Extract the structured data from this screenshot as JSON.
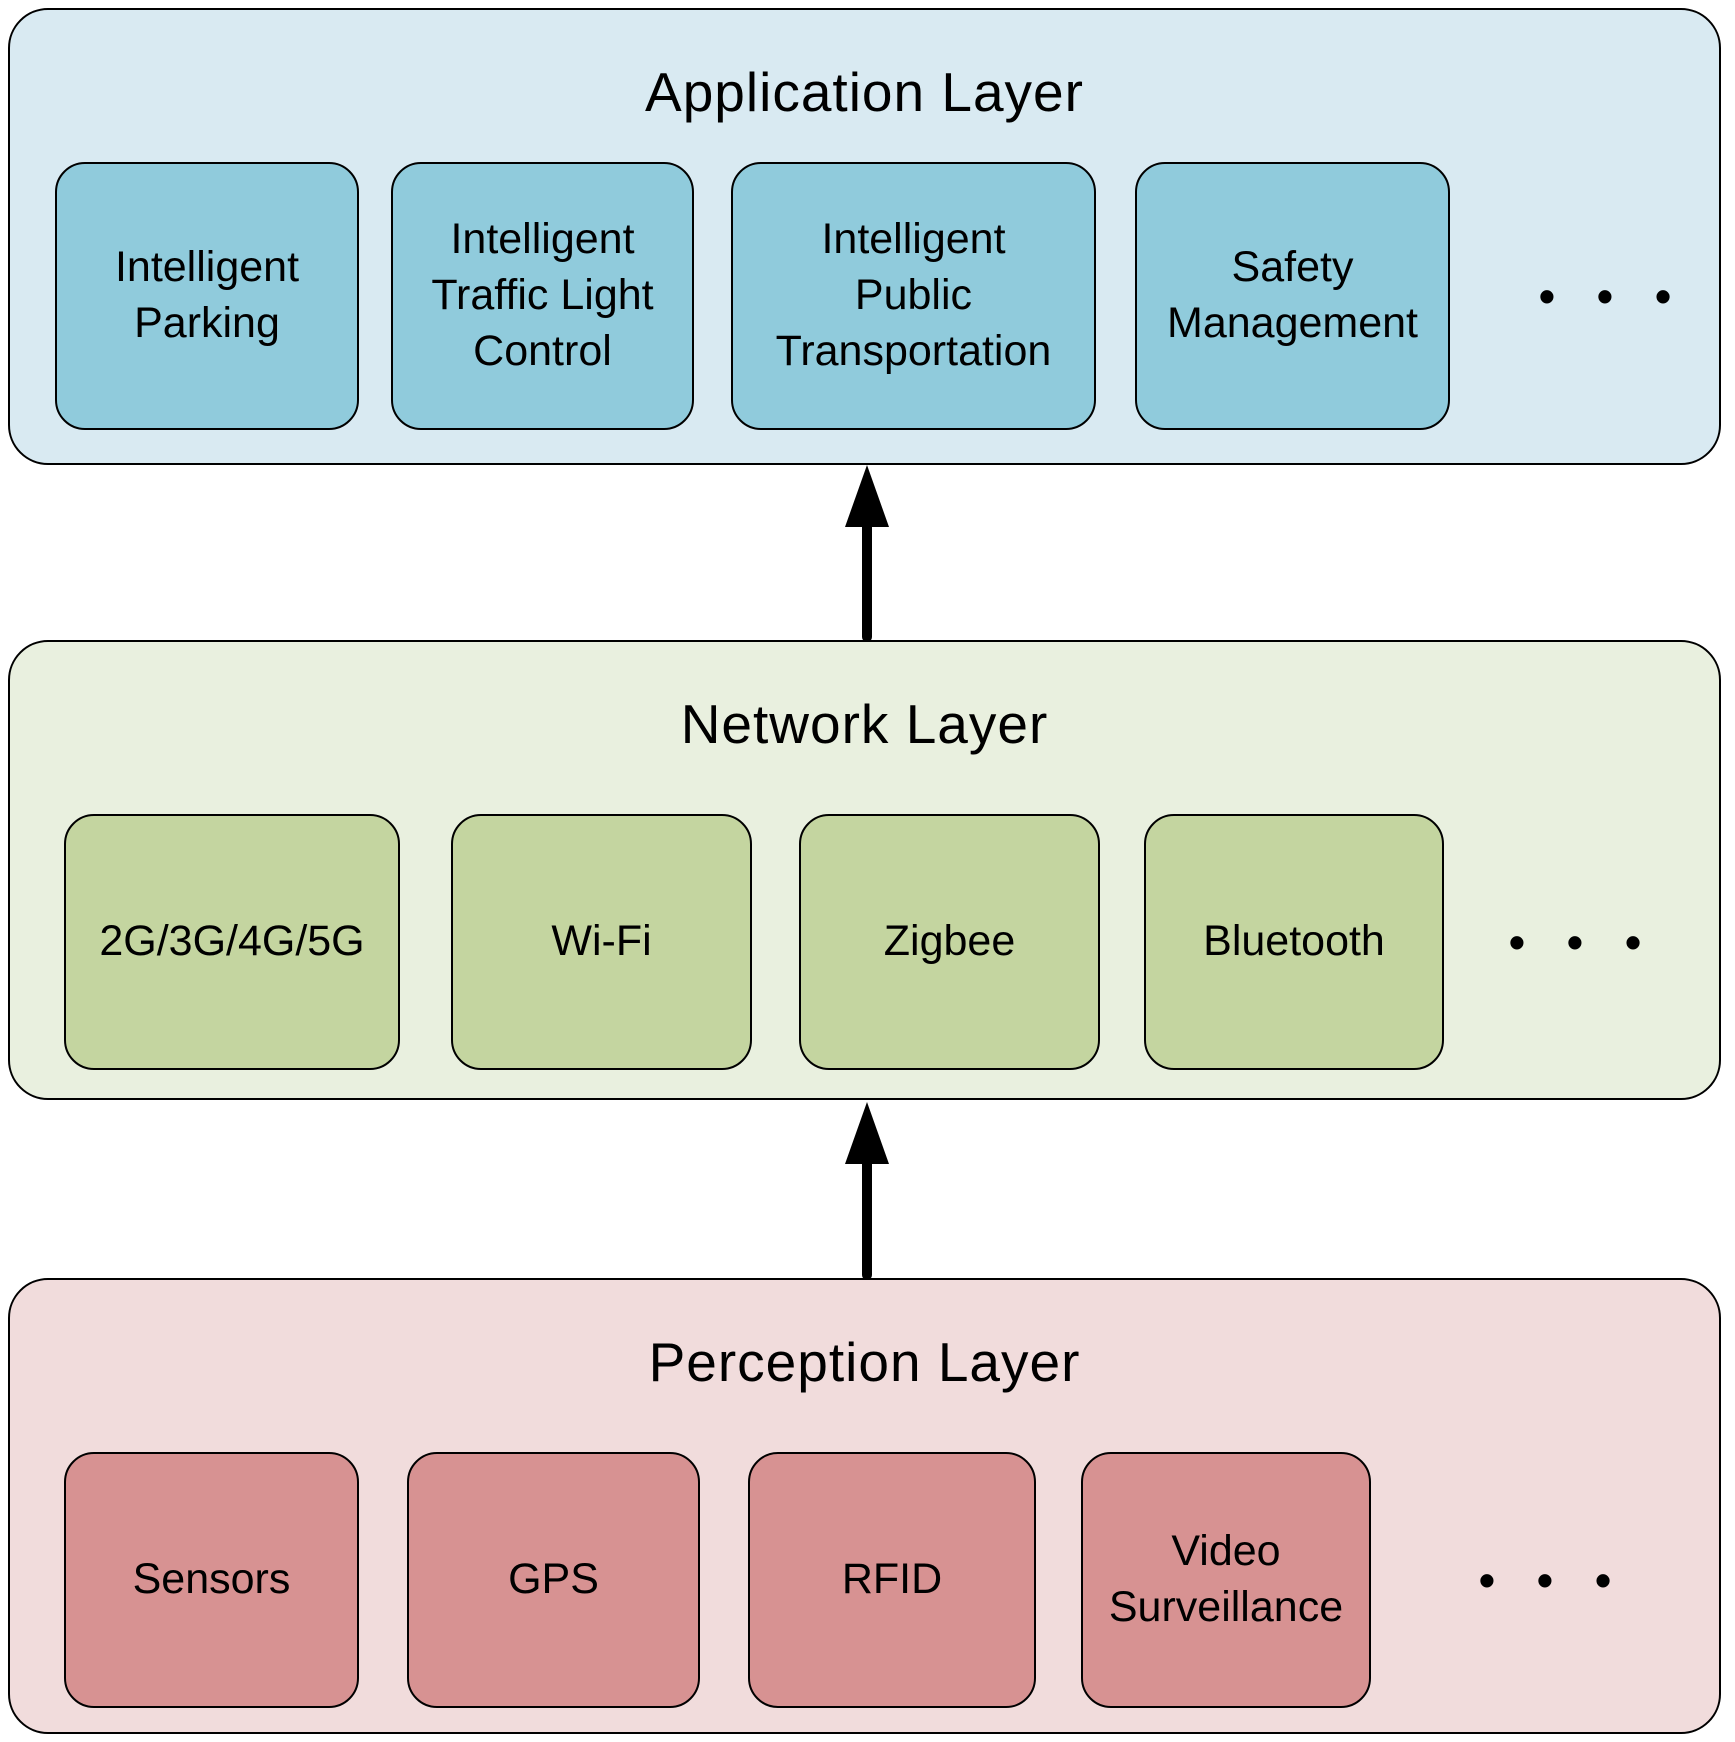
{
  "diagram": {
    "description": "Three-layer IoT architecture diagram",
    "connections": [
      {
        "from": "Network Layer",
        "to": "Application Layer"
      },
      {
        "from": "Perception Layer",
        "to": "Network Layer"
      }
    ],
    "colors": {
      "application_layer_bg": "#d9eaf2",
      "application_box_bg": "#90cbdc",
      "network_layer_bg": "#e9f0df",
      "network_box_bg": "#c4d5a0",
      "perception_layer_bg": "#f1dcdc",
      "perception_box_bg": "#d79292",
      "border": "#000000",
      "arrow": "#000000",
      "text": "#000000"
    }
  },
  "layers": {
    "application": {
      "title": "Application Layer",
      "boxes": [
        "Intelligent\nParking",
        "Intelligent\nTraffic Light\nControl",
        "Intelligent\nPublic\nTransportation",
        "Safety\nManagement"
      ],
      "ellipsis": "•••"
    },
    "network": {
      "title": "Network Layer",
      "boxes": [
        "2G/3G/4G/5G",
        "Wi-Fi",
        "Zigbee",
        "Bluetooth"
      ],
      "ellipsis": "•••"
    },
    "perception": {
      "title": "Perception Layer",
      "boxes": [
        "Sensors",
        "GPS",
        "RFID",
        "Video\nSurveillance"
      ],
      "ellipsis": "•••"
    }
  }
}
